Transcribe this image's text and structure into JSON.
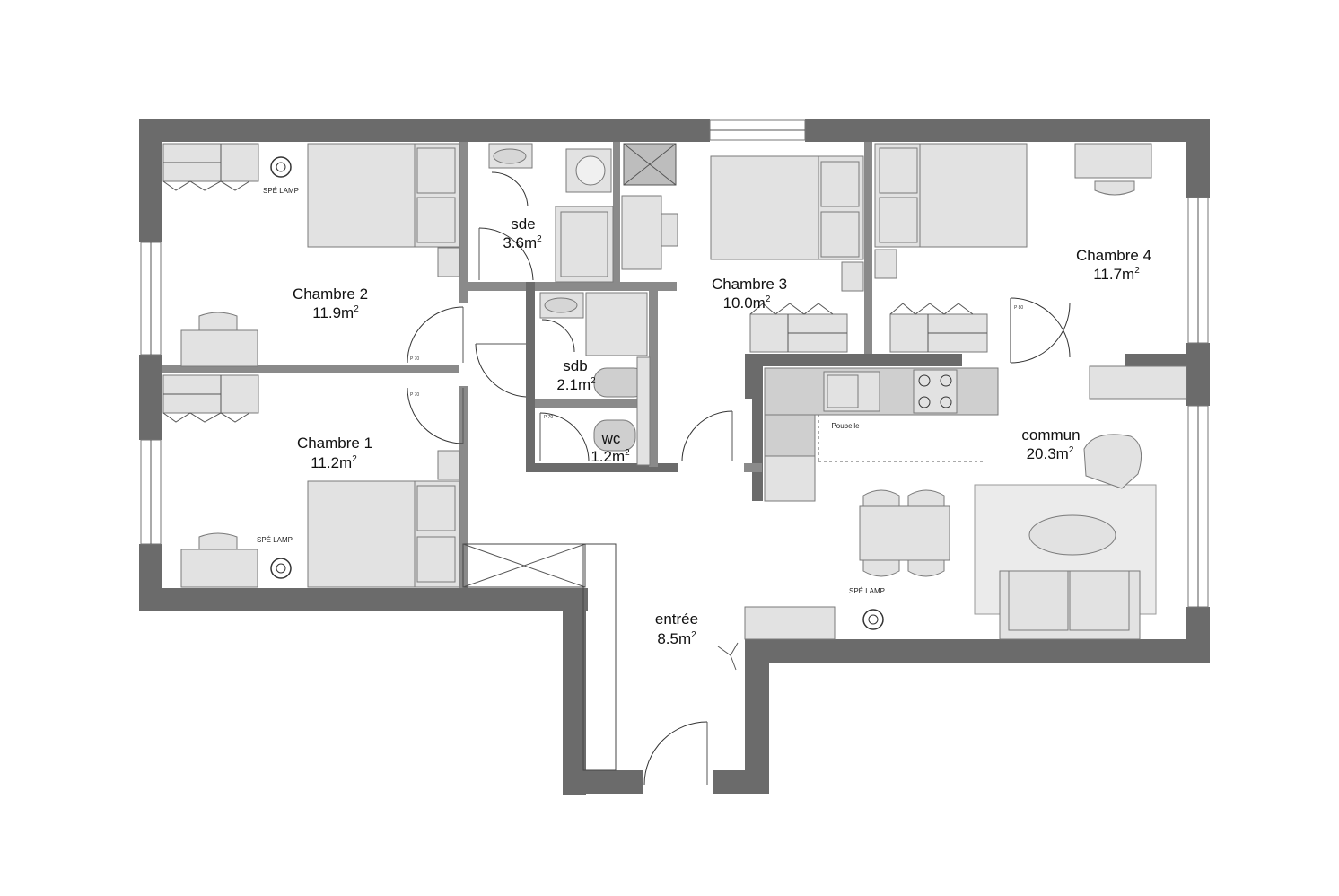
{
  "rooms": {
    "chambre2": {
      "name": "Chambre 2",
      "area": "11.9m",
      "sup": "2"
    },
    "chambre1": {
      "name": "Chambre 1",
      "area": "11.2m",
      "sup": "2"
    },
    "sde": {
      "name": "sde",
      "area": "3.6m",
      "sup": "2"
    },
    "sdb": {
      "name": "sdb",
      "area": "2.1m",
      "sup": "2"
    },
    "wc": {
      "name": "wc",
      "area": "1.2m",
      "sup": "2"
    },
    "chambre3": {
      "name": "Chambre 3",
      "area": "10.0m",
      "sup": "2"
    },
    "chambre4": {
      "name": "Chambre 4",
      "area": "11.7m",
      "sup": "2"
    },
    "commun": {
      "name": "commun",
      "area": "20.3m",
      "sup": "2"
    },
    "entree": {
      "name": "entrée",
      "area": "8.5m",
      "sup": "2"
    }
  },
  "labels": {
    "lamp": "SPÉ LAMP",
    "poubelle": "Poubelle",
    "door_p70": "P 70",
    "door_p80": "P 80"
  },
  "colors": {
    "wall": "#6b6b6b",
    "furniture": "#e2e2e2"
  }
}
